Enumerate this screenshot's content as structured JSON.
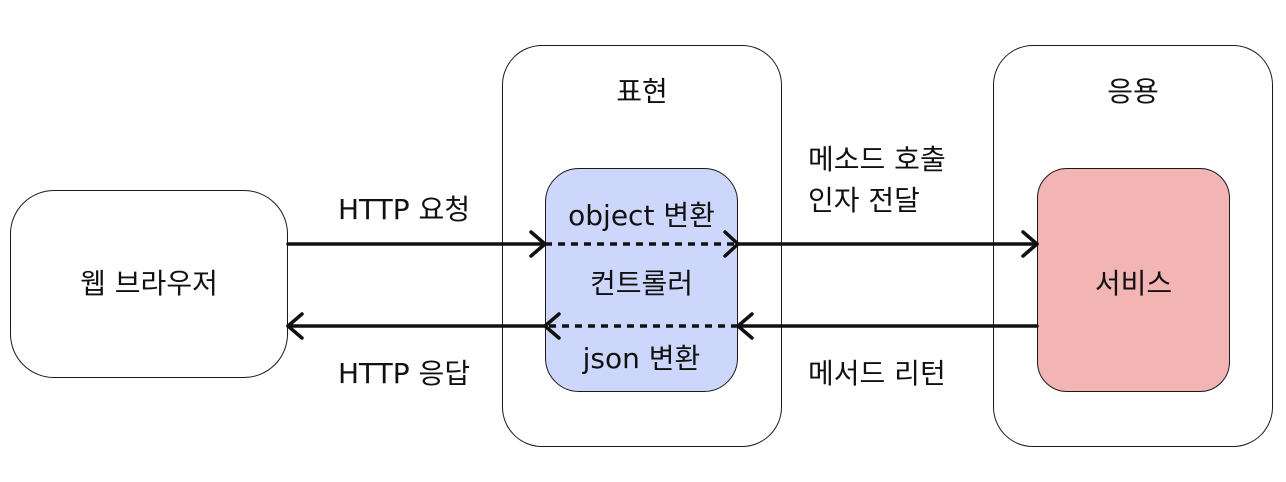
{
  "nodes": {
    "browser": {
      "label": "웹 브라우저"
    },
    "presentation": {
      "title": "표현"
    },
    "application": {
      "title": "응용"
    },
    "controller": {
      "top_label": "object 변환",
      "label": "컨트롤러",
      "bottom_label": "json 변환"
    },
    "service": {
      "label": "서비스"
    }
  },
  "edges": {
    "http_request": {
      "label": "HTTP 요청"
    },
    "http_response": {
      "label": "HTTP 응답"
    },
    "method_call": {
      "line1": "메소드 호출",
      "line2": "인자 전달"
    },
    "method_return": {
      "label": "메서드 리턴"
    }
  },
  "colors": {
    "controller_fill": "#cdd6fb",
    "service_fill": "#f2b5b3",
    "stroke": "#111111"
  }
}
